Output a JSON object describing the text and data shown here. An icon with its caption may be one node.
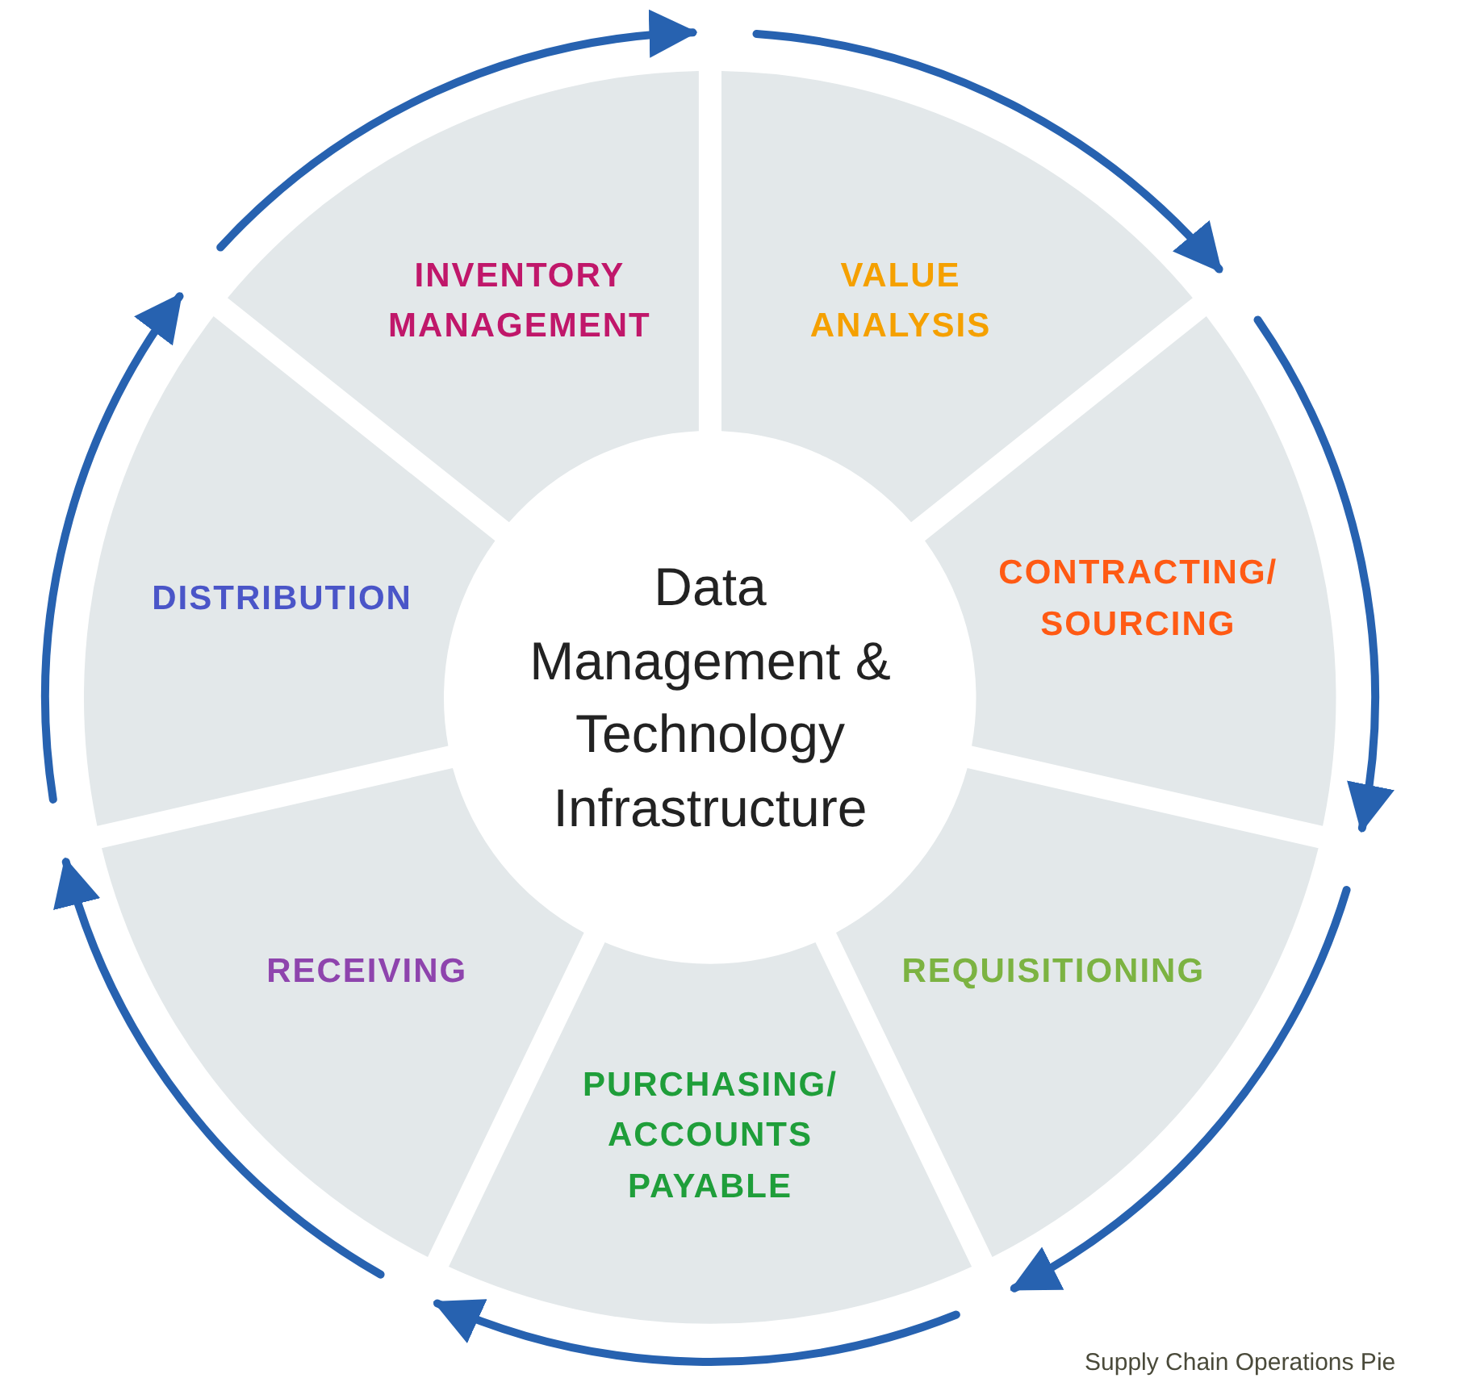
{
  "diagram": {
    "caption": "Supply Chain Operations Pie",
    "nodes": [
      {
        "text": [
          "INVENTORY MANAGEMENT"
        ]
      },
      {
        "text": [
          "VALUE ANALYSIS"
        ]
      },
      {
        "text": [
          "CONTRACTING/ SOURCING"
        ]
      },
      {
        "text": [
          "REQUISITIONING"
        ]
      },
      {
        "text": [
          "PURCHASING/ ACCOUNTS PAYABLE"
        ]
      },
      {
        "text": [
          "RECEIVING"
        ]
      },
      {
        "text": [
          "DISTRIBUTION"
        ]
      },
      {
        "text": [
          "Data Management & Technology Infrastructure"
        ]
      }
    ]
  }
}
